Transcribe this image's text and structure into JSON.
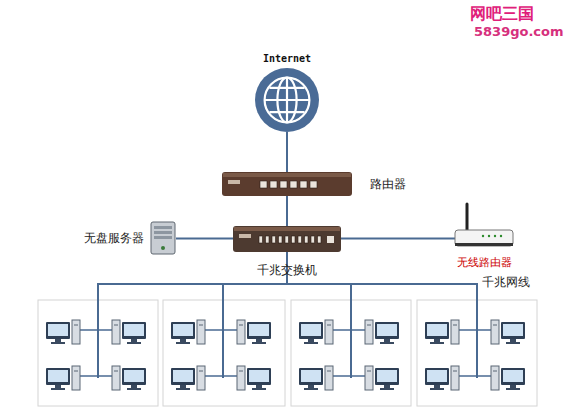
{
  "diagram": {
    "nodes": [
      {
        "text": [
          "Internet"
        ]
      },
      {
        "text": [
          "路由器"
        ]
      },
      {
        "text": [
          "无盘服务器"
        ]
      },
      {
        "text": [
          "千兆交换机"
        ]
      },
      {
        "text": [
          "无线路由器"
        ]
      }
    ],
    "edges": [
      {
        "from": 0,
        "to": 1,
        "arrow": "none"
      },
      {
        "from": 1,
        "to": 3,
        "arrow": "none"
      },
      {
        "from": 2,
        "to": 3,
        "arrow": "none"
      },
      {
        "from": 3,
        "to": 4,
        "arrow": "none"
      }
    ],
    "labels": [
      "千兆网线",
      "网吧三国",
      "5839go.com"
    ]
  }
}
